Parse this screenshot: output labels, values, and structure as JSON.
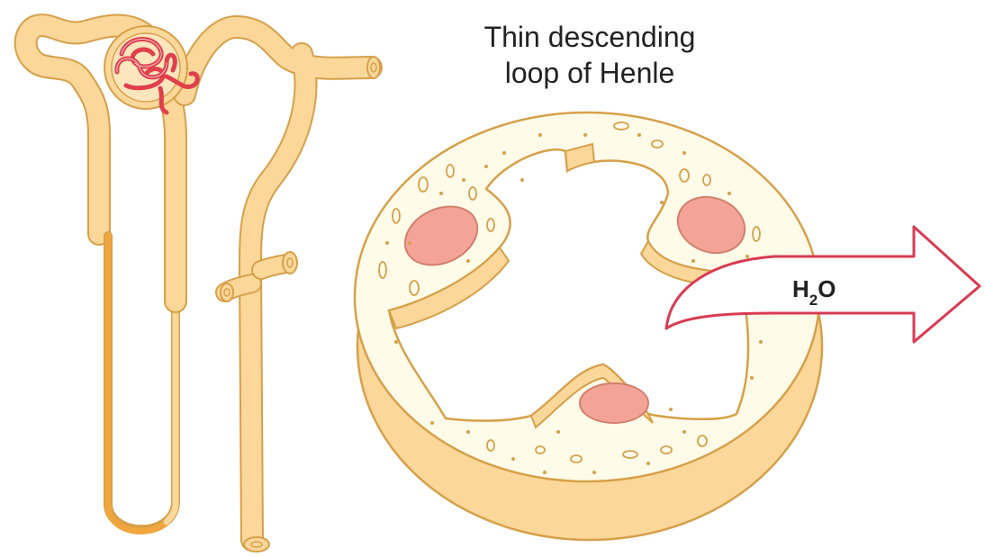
{
  "title_line1": "Thin descending",
  "title_line2": "loop of Henle",
  "arrow_label": {
    "main": "H",
    "sub": "2",
    "tail": "O"
  },
  "colors": {
    "tubule_fill": "#fbd79a",
    "tubule_stroke": "#d6a04a",
    "thin_segment": "#f1a53d",
    "lumen_fill": "#fffbe9",
    "nucleus_fill": "#f3a497",
    "nucleus_stroke": "#d2806d",
    "capillary": "#e0404c",
    "arrow_stroke": "#d93b52",
    "label_text": "#222222"
  }
}
